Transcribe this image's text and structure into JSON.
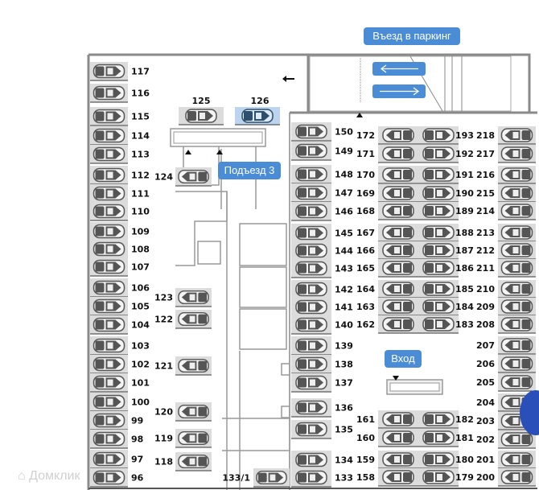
{
  "title": "План паркинга",
  "callouts": {
    "entrance_parking": "Въезд в паркинг",
    "entrance_3": "Подъезд 3",
    "entrance": "Вход"
  },
  "watermark": "Домклик",
  "highlighted_spot": "126",
  "colors": {
    "callout": "#4a8dd6",
    "spot_bg": "#dcdcdc",
    "highlight_bg": "#bcd4ee",
    "car": "#555555",
    "highlight_car": "#2f4f6f",
    "wall": "#8a8a8a"
  },
  "spots": {
    "left_column": [
      "117",
      "116",
      "115",
      "114",
      "113",
      "112",
      "111",
      "110",
      "109",
      "108",
      "107",
      "106",
      "105",
      "104",
      "103",
      "102",
      "101",
      "100",
      "99",
      "98",
      "97",
      "96"
    ],
    "top_pair": [
      "125",
      "126"
    ],
    "inner_left": [
      "124",
      "123",
      "122",
      "121",
      "120",
      "119",
      "118"
    ],
    "bottom_center": "133/1",
    "column_b": [
      "150",
      "149",
      "148",
      "147",
      "146",
      "145",
      "144",
      "143",
      "142",
      "141",
      "140",
      "139",
      "138",
      "137",
      "136",
      "135",
      "134",
      "133"
    ],
    "column_c": [
      "172",
      "171",
      "170",
      "169",
      "168",
      "167",
      "166",
      "165",
      "164",
      "163",
      "162",
      "161",
      "160",
      "159",
      "158"
    ],
    "column_d": [
      "193",
      "192",
      "191",
      "190",
      "189",
      "188",
      "187",
      "186",
      "185",
      "184",
      "183",
      "182",
      "181",
      "180",
      "179"
    ],
    "column_e": [
      "218",
      "217",
      "216",
      "215",
      "214",
      "213",
      "212",
      "211",
      "210",
      "209",
      "208",
      "207",
      "206",
      "205",
      "204",
      "203",
      "202",
      "201",
      "200"
    ]
  }
}
